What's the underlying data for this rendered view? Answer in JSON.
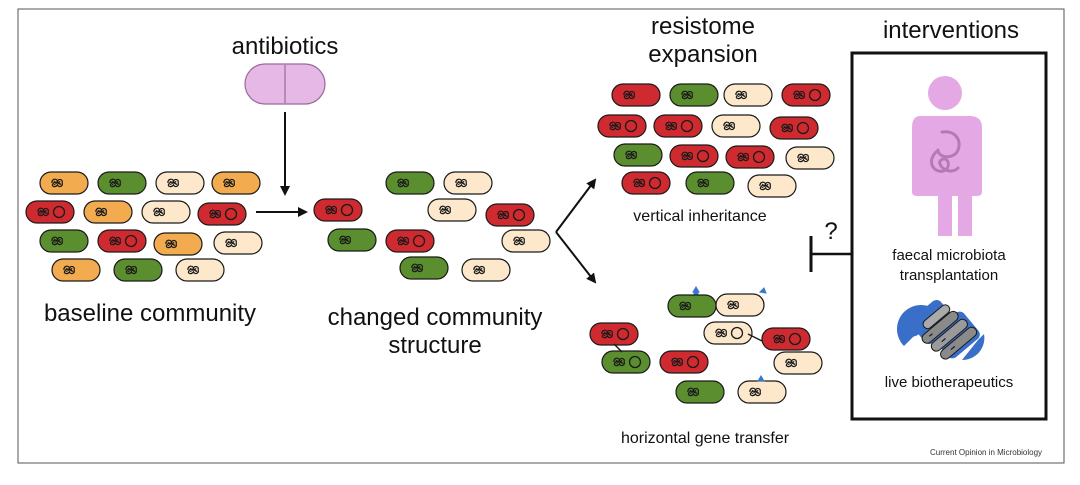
{
  "labels": {
    "antibiotics": "antibiotics",
    "baseline": "baseline community",
    "changed_line1": "changed community",
    "changed_line2": "structure",
    "resistome_line1": "resistome",
    "resistome_line2": "expansion",
    "vertical": "vertical inheritance",
    "horizontal": "horizontal gene transfer",
    "interventions": "interventions",
    "question": "?",
    "fmt_line1": "faecal microbiota",
    "fmt_line2": "transplantation",
    "biotherapeutics": "live biotherapeutics",
    "credit": "Current Opinion in Microbiology"
  },
  "colors": {
    "resistant_red": "#cf2a2f",
    "green": "#5a8e2e",
    "orange": "#f2ab4e",
    "cream": "#fde8cb",
    "pill": "#e6b8e6",
    "human": "#e4a9e4",
    "organs": "#b47ab4",
    "capsule_blue": "#3a6fc9",
    "plasmid_blue": "#3b78c9"
  }
}
